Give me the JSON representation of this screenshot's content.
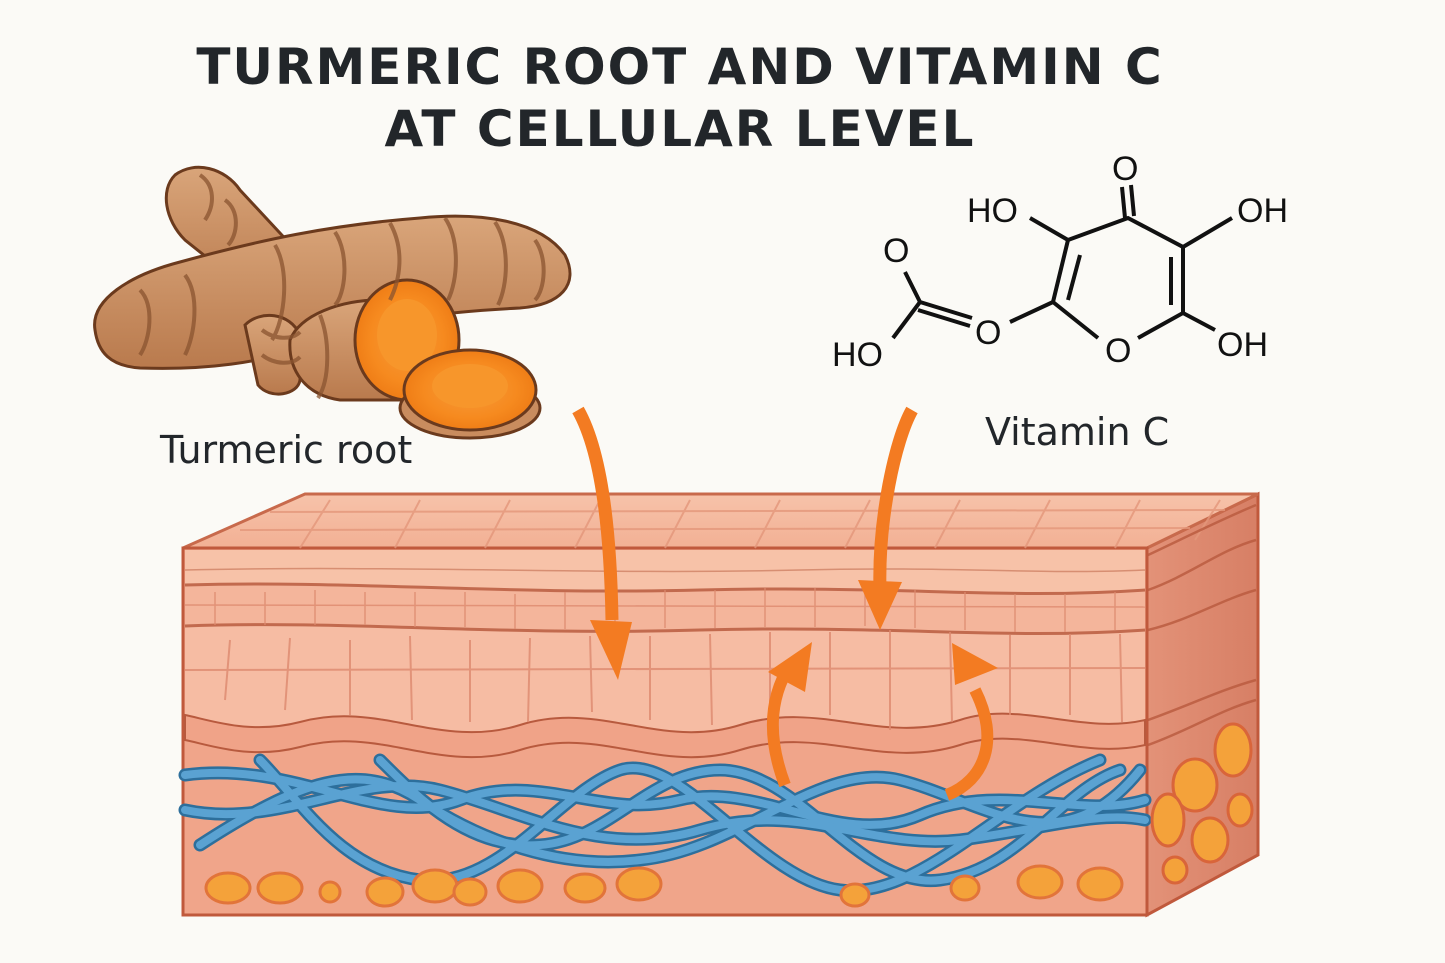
{
  "title": {
    "line1": "TURMERIC ROOT AND VITAMIN C",
    "line2": "AT CELLULAR LEVEL"
  },
  "labels": {
    "turmeric": "Turmeric root",
    "vitamin_c": "Vitamin C"
  },
  "molecule": {
    "name": "Vitamin C",
    "atoms": {
      "top_oxygen": "O",
      "ho_upper_left": "HO",
      "oh_upper_right": "OH",
      "carbonyl_oxygen": "O",
      "ester_oxygen": "O",
      "ho_lower_left": "HO",
      "ring_oxygen": "O",
      "oh_lower_right": "OH"
    }
  },
  "colors": {
    "background": "#fbfaf6",
    "title": "#22262a",
    "arrow": "#f37b22",
    "skin_top": "#f5b79c",
    "skin_mid": "#f2ad90",
    "dermis": "#eea08a",
    "collagen": "#4f97c8",
    "collagen_dark": "#2d6f9c",
    "fat": "#f4a23a",
    "fat_border": "#e2743a",
    "skin_outline": "#c86a4c",
    "turmeric_skin": "#c8875a",
    "turmeric_flesh": "#f5881d"
  },
  "arrows": [
    {
      "id": "turmeric-down",
      "direction": "down"
    },
    {
      "id": "vitamin-c-down",
      "direction": "down"
    },
    {
      "id": "recirculation-left",
      "direction": "up"
    },
    {
      "id": "recirculation-right",
      "direction": "up"
    }
  ]
}
